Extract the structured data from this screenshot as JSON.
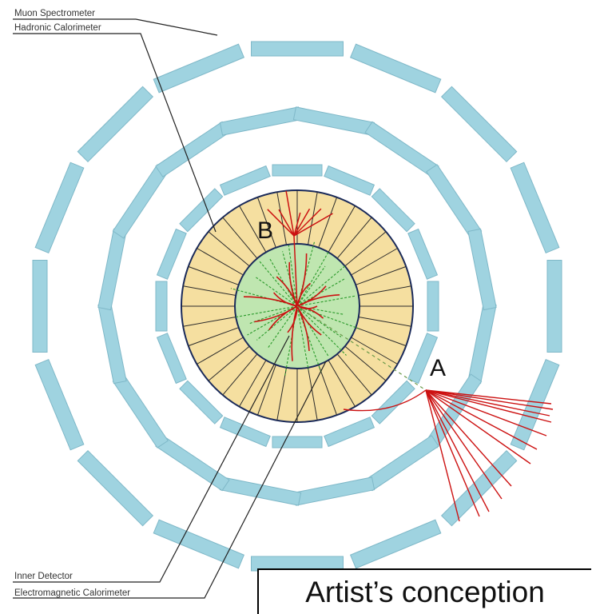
{
  "labels": {
    "muon_spectrometer": "Muon Spectrometer",
    "hadronic_calorimeter": "Hadronic Calorimeter",
    "inner_detector": "Inner Detector",
    "electromagnetic_calorimeter": "Electromagnetic Calorimeter"
  },
  "jets": {
    "a": "A",
    "b": "B"
  },
  "caption": "Artist’s conception",
  "colors": {
    "muon_chamber": "#9fd3e0",
    "hadronic": "#f5dfa0",
    "em": "#bfe6b0",
    "track": "#cc1111",
    "em_track": "#2a9a2a"
  }
}
